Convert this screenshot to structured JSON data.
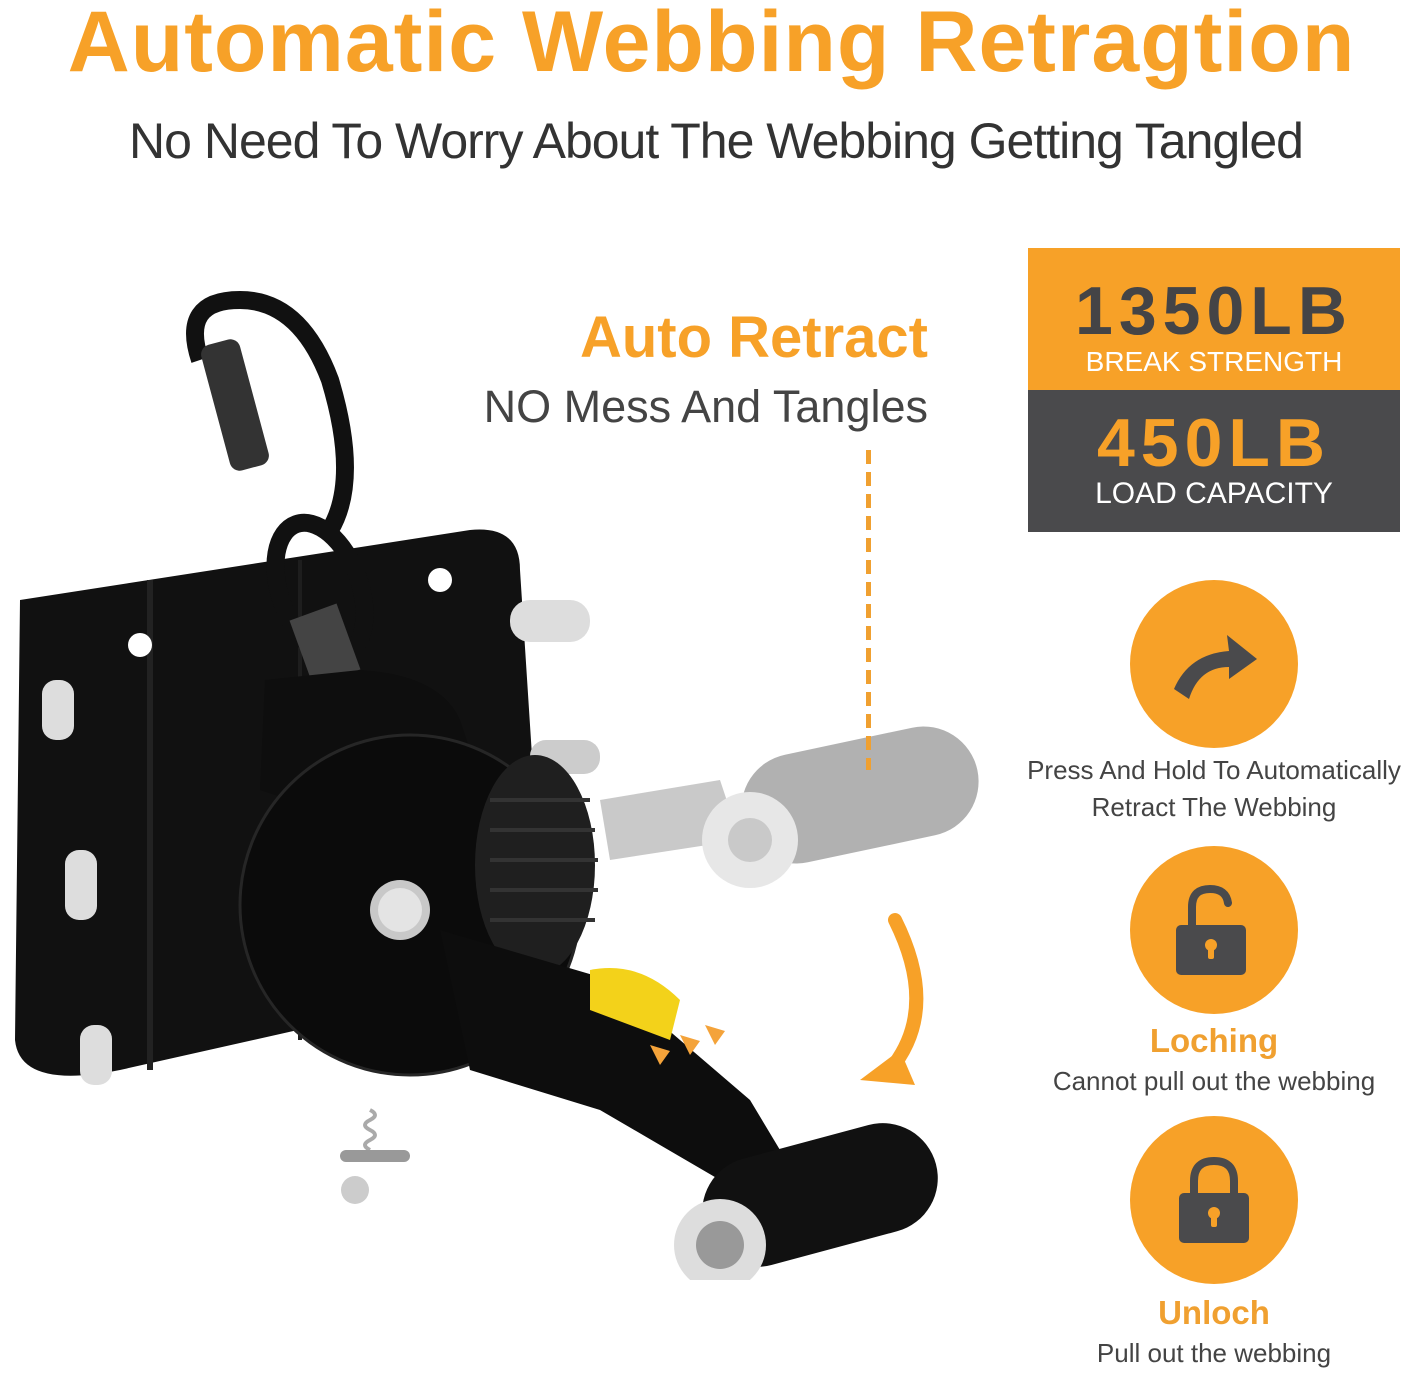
{
  "header": {
    "title": "Automatic Webbing Retragtion",
    "subtitle": "No Need To Worry About The Webbing Getting Tangled"
  },
  "callout": {
    "title": "Auto Retract",
    "subtitle": "NO Mess And Tangles"
  },
  "stats": [
    {
      "value": "1350LB",
      "label": "BREAK STRENGTH"
    },
    {
      "value": "450LB",
      "label": "LOAD CAPACITY"
    }
  ],
  "features": [
    {
      "icon": "redo-arrow-icon",
      "heading": "",
      "lines": [
        "Press And Hold To Automatically",
        "Retract The Webbing"
      ]
    },
    {
      "icon": "unlocked-padlock-icon",
      "heading": "Loching",
      "lines": [
        "Cannot pull out the webbing"
      ]
    },
    {
      "icon": "locked-padlock-icon",
      "heading": "Unloch",
      "lines": [
        "Pull out the webbing"
      ]
    }
  ],
  "product": {
    "description": "Black retractable ratchet strap mount with carabiner hook, mounting plate, and foot pedal"
  },
  "colors": {
    "accent": "#f7a128",
    "dark": "#4a4a4c",
    "text": "#333333"
  }
}
